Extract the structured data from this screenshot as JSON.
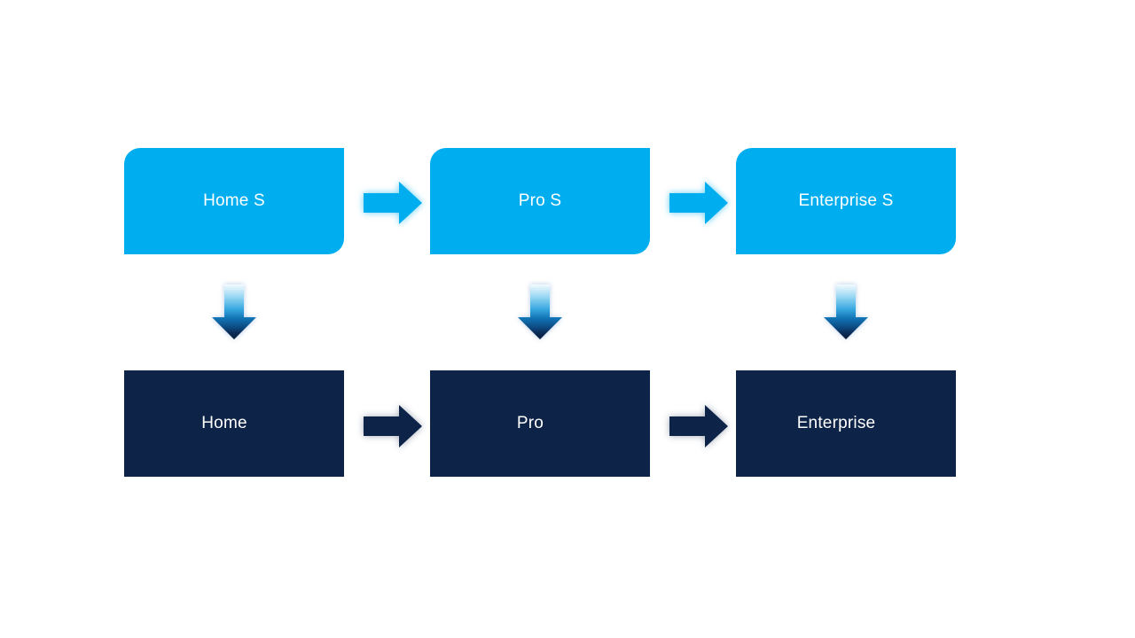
{
  "diagram": {
    "type": "process-upgrade-flow",
    "top_row": [
      {
        "label": "Home S"
      },
      {
        "label": "Pro S"
      },
      {
        "label": "Enterprise S"
      }
    ],
    "bottom_row": [
      {
        "label": "Home"
      },
      {
        "label": "Pro"
      },
      {
        "label": "Enterprise"
      }
    ],
    "connectors": {
      "horizontal_top": [
        {
          "from": "Home S",
          "to": "Pro S",
          "icon": "right-arrow-icon"
        },
        {
          "from": "Pro S",
          "to": "Enterprise S",
          "icon": "right-arrow-icon"
        }
      ],
      "horizontal_bottom": [
        {
          "from": "Home",
          "to": "Pro",
          "icon": "right-arrow-icon"
        },
        {
          "from": "Pro",
          "to": "Enterprise",
          "icon": "right-arrow-icon"
        }
      ],
      "vertical": [
        {
          "from": "Home S",
          "to": "Home",
          "icon": "down-arrow-icon"
        },
        {
          "from": "Pro S",
          "to": "Pro",
          "icon": "down-arrow-icon"
        },
        {
          "from": "Enterprise S",
          "to": "Enterprise",
          "icon": "down-arrow-icon"
        }
      ]
    },
    "colors": {
      "light_blue": "#00AEEF",
      "navy": "#0D2347",
      "label_text": "#FFFFFF",
      "canvas_bg": "#FFFFFF",
      "down_arrow_gradient_top": "#F4FBFE",
      "down_arrow_gradient_bottom": "#0A1D3A"
    }
  }
}
